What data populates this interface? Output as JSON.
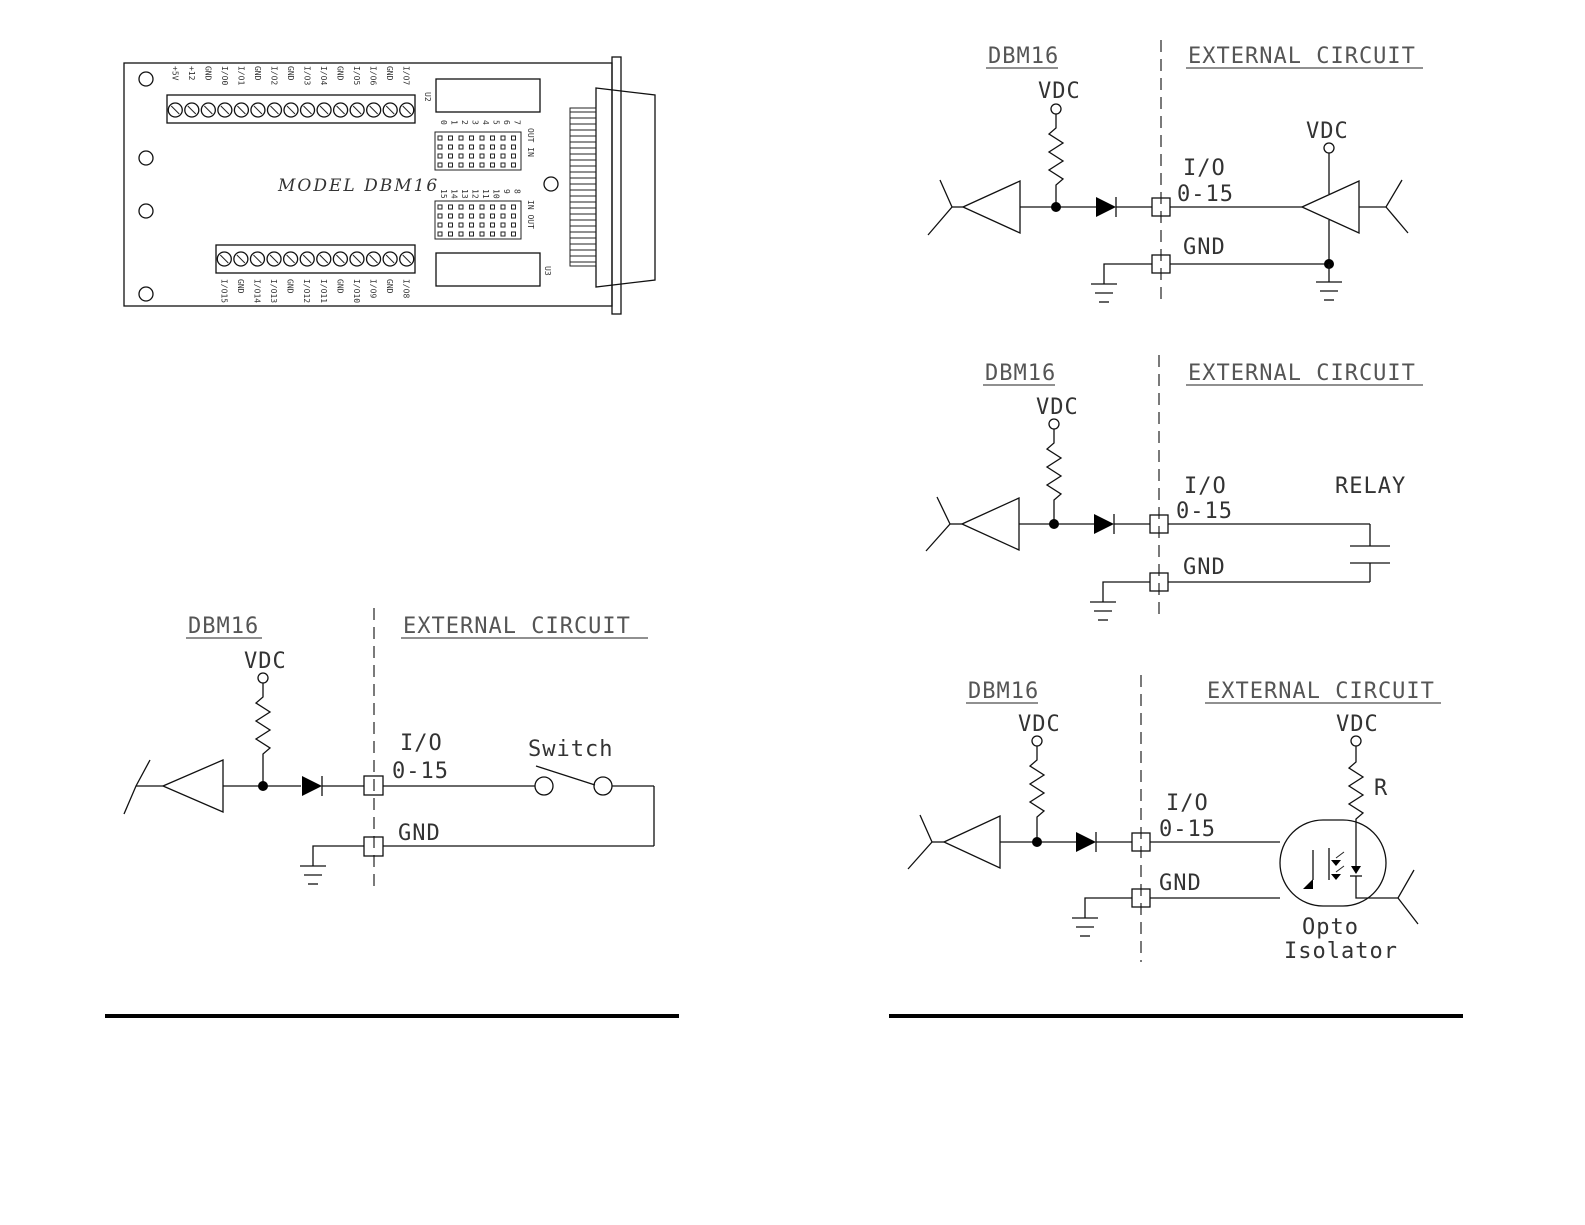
{
  "board": {
    "model_label": "MODEL DBM16",
    "top_terminals": [
      "+5V",
      "+12",
      "GND",
      "I/O0",
      "I/O1",
      "GND",
      "I/O2",
      "GND",
      "I/O3",
      "I/O4",
      "GND",
      "I/O5",
      "I/O6",
      "GND",
      "I/O7"
    ],
    "bottom_terminals": [
      "I/O15",
      "GND",
      "I/O14",
      "I/O13",
      "GND",
      "I/O12",
      "I/O11",
      "GND",
      "I/O10",
      "I/O9",
      "GND",
      "I/O8"
    ],
    "ic_top": "U2",
    "ic_bottom": "U3",
    "jumper_top_numbers": [
      "0",
      "1",
      "2",
      "3",
      "4",
      "5",
      "6",
      "7"
    ],
    "jumper_top_label": "OUT IN",
    "jumper_bottom_numbers": [
      "15",
      "14",
      "13",
      "12",
      "11",
      "10",
      "9",
      "8"
    ],
    "jumper_bottom_label": "IN OUT"
  },
  "diagrams": {
    "switch": {
      "left_heading": "DBM16",
      "right_heading": "EXTERNAL CIRCUIT",
      "vdc": "VDC",
      "io_label": "I/O",
      "io_range": "0-15",
      "gnd": "GND",
      "device": "Switch"
    },
    "buffer": {
      "left_heading": "DBM16",
      "right_heading": "EXTERNAL CIRCUIT",
      "vdc": "VDC",
      "vdc_ext": "VDC",
      "io_label": "I/O",
      "io_range": "0-15",
      "gnd": "GND"
    },
    "relay": {
      "left_heading": "DBM16",
      "right_heading": "EXTERNAL CIRCUIT",
      "vdc": "VDC",
      "io_label": "I/O",
      "io_range": "0-15",
      "gnd": "GND",
      "device": "RELAY"
    },
    "opto": {
      "left_heading": "DBM16",
      "right_heading": "EXTERNAL CIRCUIT",
      "vdc": "VDC",
      "vdc_ext": "VDC",
      "resistor": "R",
      "io_label": "I/O",
      "io_range": "0-15",
      "gnd": "GND",
      "device_line1": "Opto",
      "device_line2": "Isolator"
    }
  }
}
